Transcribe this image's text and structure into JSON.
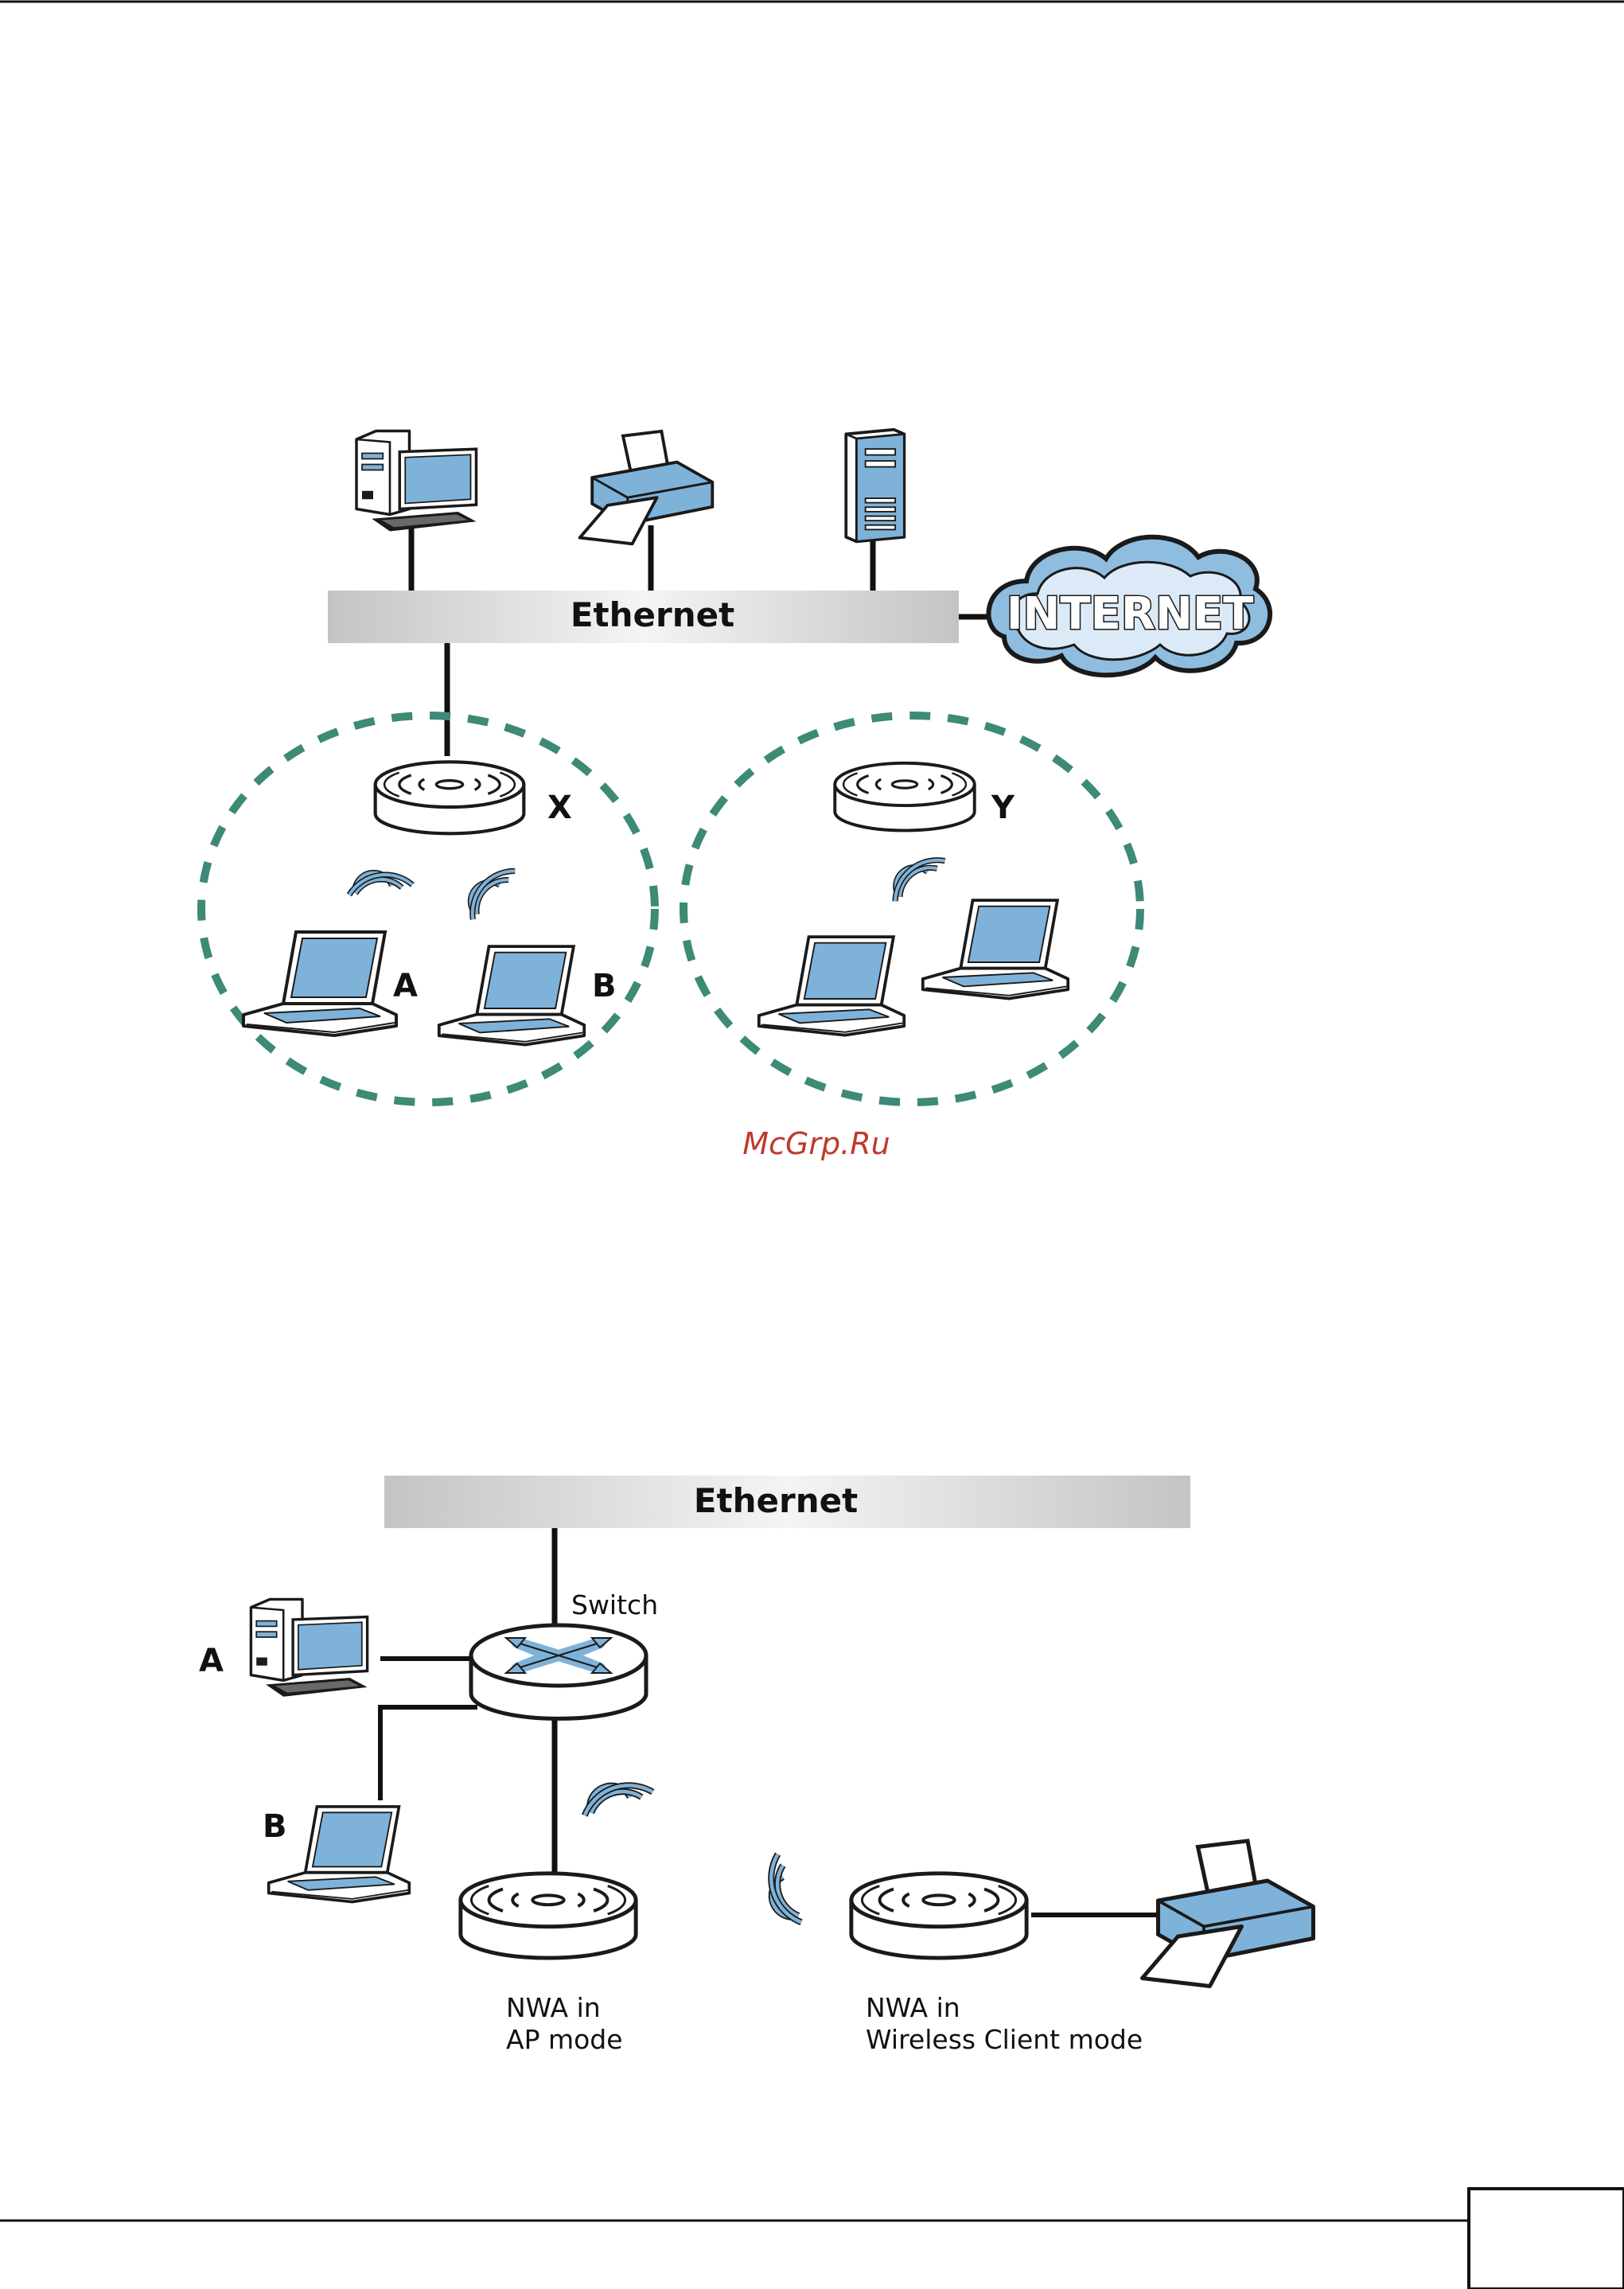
{
  "page": {
    "watermark": "McGrp.Ru",
    "page_number": ""
  },
  "figure1": {
    "ethernet_label": "Ethernet",
    "internet_label": "INTERNET",
    "ap_x_label": "X",
    "ap_y_label": "Y",
    "laptop_a_label": "A",
    "laptop_b_label": "B"
  },
  "figure2": {
    "ethernet_label": "Ethernet",
    "switch_label": "Switch",
    "computer_a_label": "A",
    "laptop_b_label": "B",
    "nwa_ap_line1": "NWA in",
    "nwa_ap_line2": "AP mode",
    "nwa_client_line1": "NWA in",
    "nwa_client_line2": "Wireless Client mode"
  },
  "colors": {
    "coverage_dash": "#3d8a76",
    "device_blue": "#7fb2d9",
    "device_outline": "#1a1a1a",
    "cloud_fill": "#8fbde0",
    "watermark": "#c0392b"
  }
}
